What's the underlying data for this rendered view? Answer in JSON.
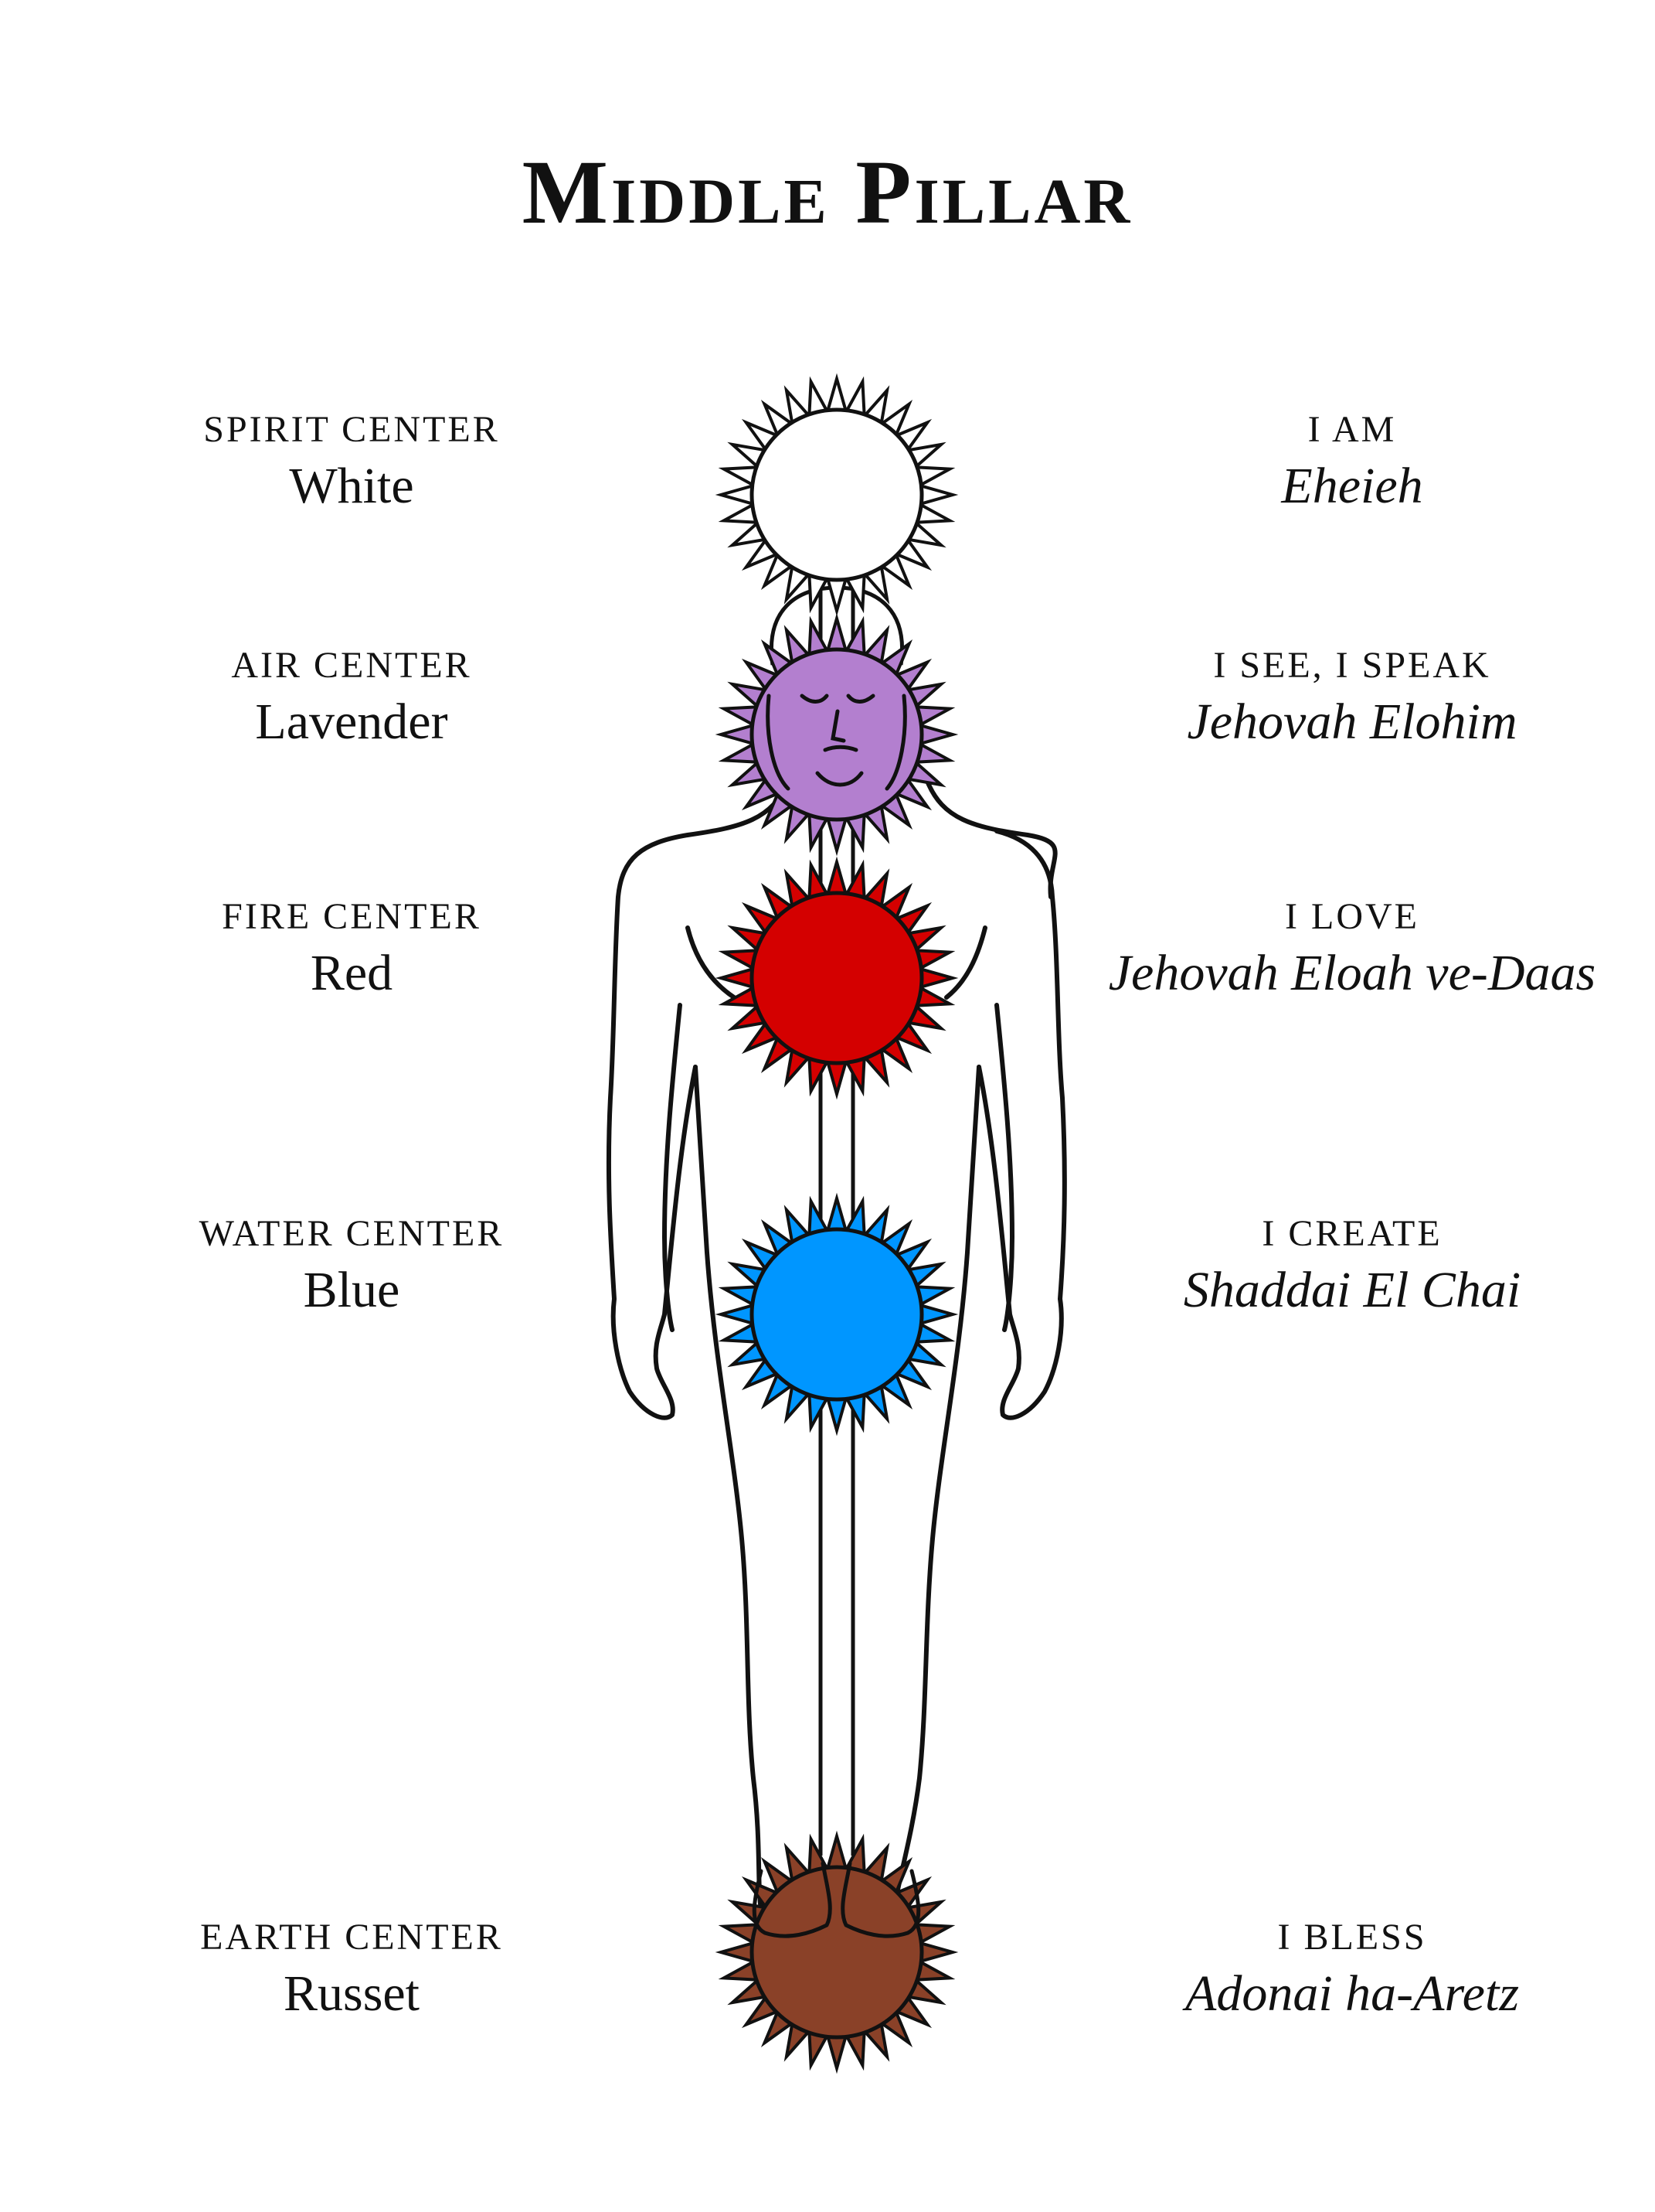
{
  "title": "Middle Pillar",
  "centers": [
    {
      "name": "SPIRIT CENTER",
      "color_name": "White",
      "affirmation": "I AM",
      "divine_name": "Eheieh",
      "fill": "#ffffff",
      "rays": "#ffffff"
    },
    {
      "name": "AIR CENTER",
      "color_name": "Lavender",
      "affirmation": "I SEE, I SPEAK",
      "divine_name": "Jehovah Elohim",
      "fill": "#b37fcf",
      "rays": "#b37fcf"
    },
    {
      "name": "FIRE CENTER",
      "color_name": "Red",
      "affirmation": "I LOVE",
      "divine_name": "Jehovah Eloah ve-Daas",
      "fill": "#d40000",
      "rays": "#d40000"
    },
    {
      "name": "WATER CENTER",
      "color_name": "Blue",
      "affirmation": "I CREATE",
      "divine_name": "Shaddai El Chai",
      "fill": "#0096ff",
      "rays": "#0096ff"
    },
    {
      "name": "EARTH CENTER",
      "color_name": "Russet",
      "affirmation": "I BLESS",
      "divine_name": "Adonai ha-Aretz",
      "fill": "#8a4128",
      "rays": "#8a4128"
    }
  ]
}
